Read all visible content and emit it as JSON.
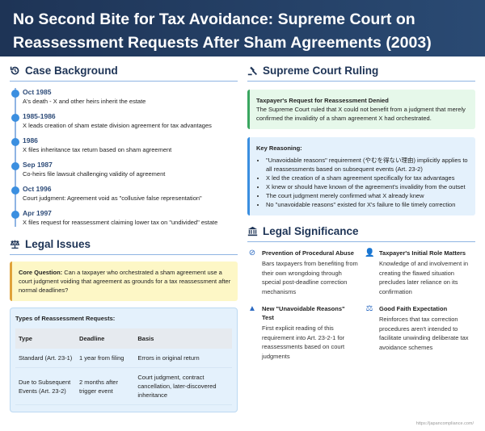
{
  "title": "No Second Bite for Tax Avoidance: Supreme Court on Reassessment Requests After Sham Agreements (2003)",
  "background": {
    "heading": "Case Background",
    "items": [
      {
        "date": "Oct 1985",
        "desc": "A's death - X and other heirs inherit the estate"
      },
      {
        "date": "1985-1986",
        "desc": "X leads creation of sham estate division agreement for tax advantages"
      },
      {
        "date": "1986",
        "desc": "X files inheritance tax return based on sham agreement"
      },
      {
        "date": "Sep 1987",
        "desc": "Co-heirs file lawsuit challenging validity of agreement"
      },
      {
        "date": "Oct 1996",
        "desc": "Court judgment: Agreement void as \"collusive false representation\""
      },
      {
        "date": "Apr 1997",
        "desc": "X files request for reassessment claiming lower tax on \"undivided\" estate"
      }
    ]
  },
  "issues": {
    "heading": "Legal Issues",
    "core_label": "Core Question:",
    "core_text": "Can a taxpayer who orchestrated a sham agreement use a court judgment voiding that agreement as grounds for a tax reassessment after normal deadlines?",
    "table_title": "Types of Reassessment Requests:",
    "headers": [
      "Type",
      "Deadline",
      "Basis"
    ],
    "rows": [
      [
        "Standard (Art. 23-1)",
        "1 year from filing",
        "Errors in original return"
      ],
      [
        "Due to Subsequent Events (Art. 23-2)",
        "2 months after trigger event",
        "Court judgment, contract cancellation, later-discovered inheritance"
      ]
    ]
  },
  "ruling": {
    "heading": "Supreme Court Ruling",
    "result_title": "Taxpayer's Request for Reassessment Denied",
    "result_text": "The Supreme Court ruled that X could not benefit from a judgment that merely confirmed the invalidity of a sham agreement X had orchestrated.",
    "reasoning_title": "Key Reasoning:",
    "reasons": [
      "\"Unavoidable reasons\" requirement (やむを得ない理由) implicitly applies to all reassessments based on subsequent events (Art. 23-2)",
      "X led the creation of a sham agreement specifically for tax advantages",
      "X knew or should have known of the agreement's invalidity from the outset",
      "The court judgment merely confirmed what X already knew",
      "No \"unavoidable reasons\" existed for X's failure to file timely correction"
    ]
  },
  "significance": {
    "heading": "Legal Significance",
    "items": [
      {
        "icon": "ban-icon",
        "title": "Prevention of Procedural Abuse",
        "desc": "Bars taxpayers from benefiting from their own wrongdoing through special post-deadline correction mechanisms"
      },
      {
        "icon": "user-check-icon",
        "title": "Taxpayer's Initial Role Matters",
        "desc": "Knowledge of and involvement in creating the flawed situation precludes later reliance on its confirmation"
      },
      {
        "icon": "warning-icon",
        "title": "New \"Unavoidable Reasons\" Test",
        "desc": "First explicit reading of this requirement into Art. 23-2-1 for reassessments based on court judgments"
      },
      {
        "icon": "scale-icon",
        "title": "Good Faith Expectation",
        "desc": "Reinforces that tax correction procedures aren't intended to facilitate unwinding deliberate tax avoidance schemes"
      }
    ]
  },
  "footer": "https://japancompliance.com/"
}
